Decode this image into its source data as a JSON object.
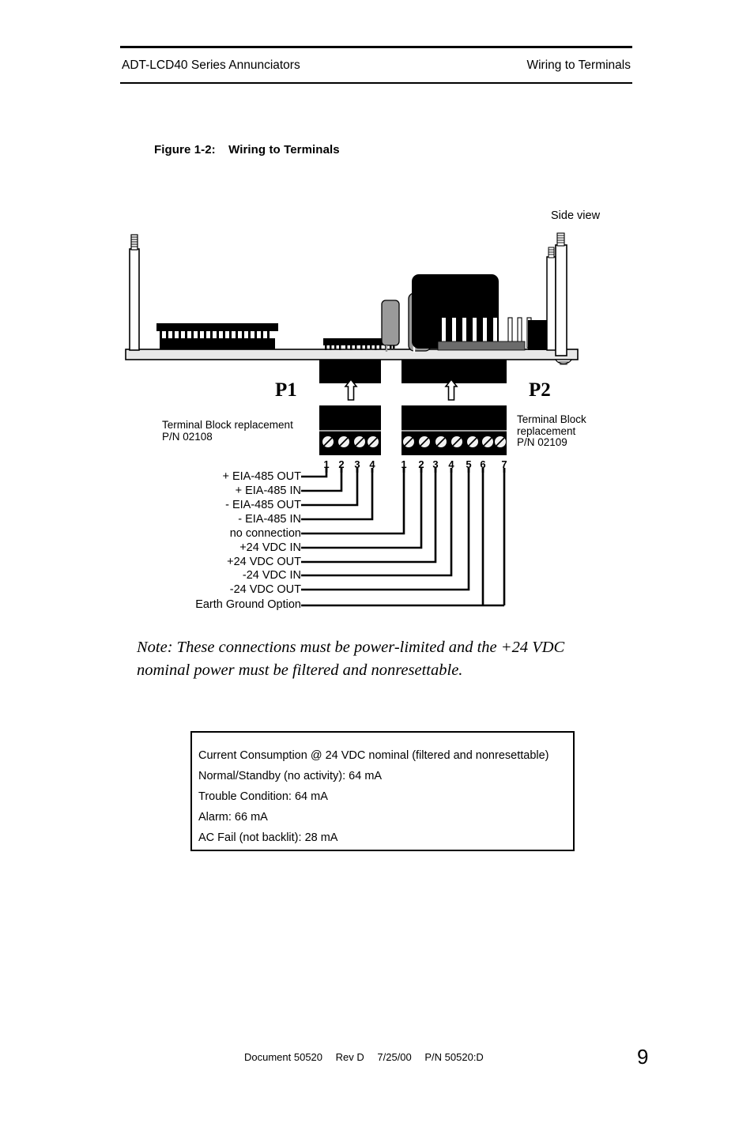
{
  "header": {
    "left": "ADT-LCD40 Series Annunciators",
    "right": "Wiring to Terminals"
  },
  "figure": {
    "caption_number": "Figure 1-2:",
    "caption_title": "Wiring to Terminals",
    "side_view_label": "Side view",
    "connectors": [
      {
        "name": "p1",
        "label": "P1"
      },
      {
        "name": "p2",
        "label": "P2"
      }
    ],
    "terminal_block_notes": [
      {
        "name": "left",
        "line1": "Terminal Block replacement",
        "line2": "P/N 02108"
      },
      {
        "name": "right",
        "line1": "Terminal Block",
        "line2": "replacement",
        "line3": "P/N 02109"
      }
    ],
    "p1_pin_numbers": [
      "1",
      "2",
      "3",
      "4"
    ],
    "p2_pin_numbers": [
      "1",
      "2",
      "3",
      "4",
      "5",
      "6",
      "7"
    ],
    "wire_labels": [
      "+ EIA-485 OUT",
      "+ EIA-485 IN",
      "- EIA-485 OUT",
      "- EIA-485 IN",
      "no connection",
      "+24 VDC IN",
      "+24 VDC OUT",
      "-24 VDC IN",
      "-24 VDC OUT",
      "Earth Ground Option"
    ]
  },
  "note": {
    "text": "Note: These connections must be power-limited and the +24 VDC nominal power must be filtered and nonresettable."
  },
  "consumption": {
    "lines": [
      "Current Consumption @ 24 VDC nominal (filtered and nonresettable)",
      "Normal/Standby (no activity): 64 mA",
      "Trouble Condition: 64 mA",
      "Alarm: 66 mA",
      "AC Fail (not backlit): 28 mA"
    ]
  },
  "footer": {
    "document": "Document 50520",
    "revision": "Rev D",
    "date": "7/25/00",
    "part_number": "P/N 50520:D",
    "page_number": "9"
  },
  "colors": {
    "ink": "#000000",
    "paper": "#ffffff",
    "board": "#e8e8e8",
    "component_gray": "#9a9a9a",
    "connector_gray": "#6b6b6b"
  }
}
